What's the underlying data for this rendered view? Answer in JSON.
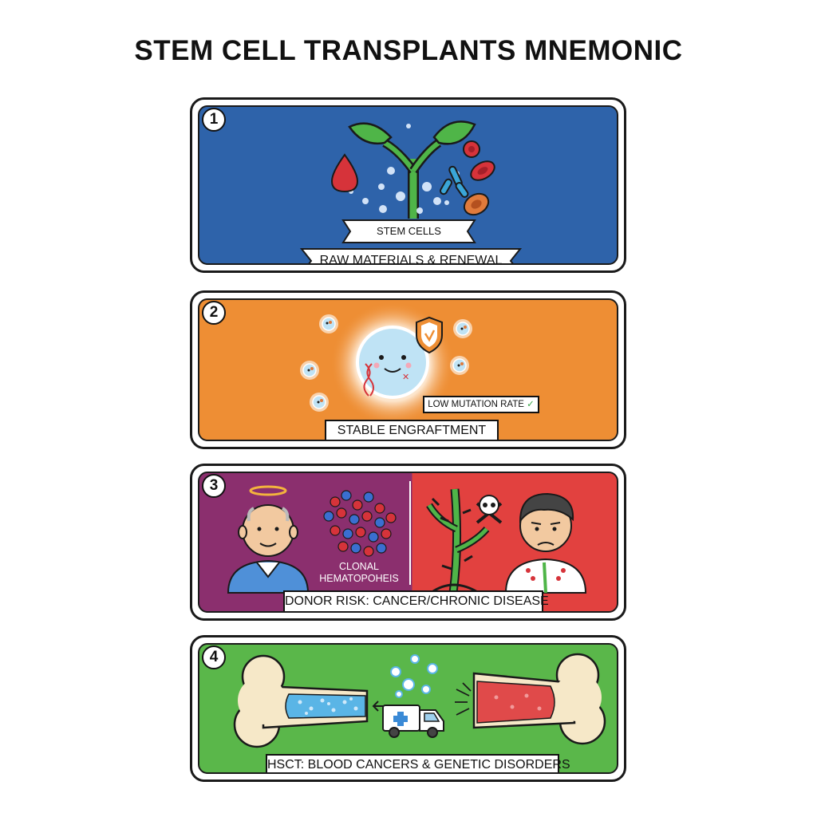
{
  "title": "STEM CELL TRANSPLANTS MNEMONIC",
  "colors": {
    "panel_1": "#2e63aa",
    "panel_2": "#ee8e34",
    "panel_3_left": "#8b2f6e",
    "panel_3_right": "#e2413f",
    "panel_4": "#5ab74a"
  },
  "panels": [
    {
      "number": "1",
      "sub_label": "STEM CELLS",
      "banner": "RAW MATERIALS & RENEWAL",
      "icons": [
        "sprout-icon",
        "blood-drop-icon",
        "red-blood-cell-icon",
        "antibody-icon"
      ]
    },
    {
      "number": "2",
      "sub_label": "LOW MUTATION RATE",
      "sub_label_mark": "✓",
      "banner": "STABLE ENGRAFTMENT",
      "icons": [
        "happy-cell-icon",
        "shield-icon",
        "dna-icon"
      ]
    },
    {
      "number": "3",
      "sub_label": "CLONAL HEMATOPOHEIS",
      "banner": "DONOR RISK: CANCER/CHRONIC DISEASE",
      "icons": [
        "elderly-donor-icon",
        "halo-icon",
        "cell-cluster-icon",
        "thorny-plant-icon",
        "skull-icon",
        "worried-person-icon"
      ]
    },
    {
      "number": "4",
      "banner": "HSCT: BLOOD CANCERS & GENETIC DISORDERS",
      "icons": [
        "healthy-bone-icon",
        "diseased-bone-icon",
        "ambulance-icon",
        "arrow-left-icon"
      ]
    }
  ]
}
